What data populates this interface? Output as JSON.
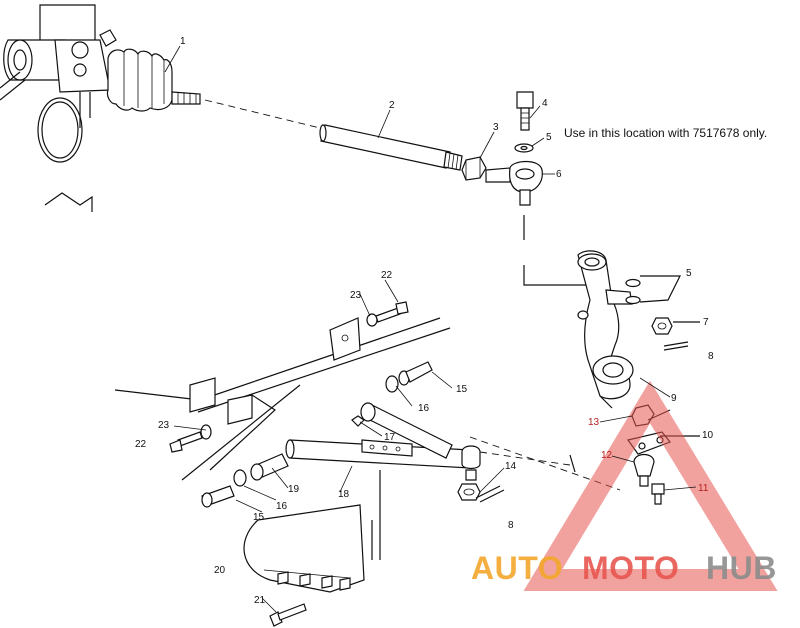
{
  "callouts": {
    "c1": "1",
    "c2": "2",
    "c3": "3",
    "c4": "4",
    "c5a": "5",
    "c6": "6",
    "c5b": "5",
    "c7": "7",
    "c8a": "8",
    "c9": "9",
    "c10": "10",
    "c13": "13",
    "c12": "12",
    "c11": "11",
    "c14": "14",
    "c8b": "8",
    "c22a": "22",
    "c23a": "23",
    "c15a": "15",
    "c16a": "16",
    "c17": "17",
    "c23b": "23",
    "c22b": "22",
    "c19": "19",
    "c18": "18",
    "c16b": "16",
    "c15b": "15",
    "c20": "20",
    "c21": "21"
  },
  "note": "Use in this location with 7517678 only.",
  "watermark": {
    "part1": "AUTO",
    "part2": "MOTO",
    "part3": "HUB",
    "color_orange": "#f3a72c",
    "color_red": "#e8564f",
    "color_gray": "#8c8c8c"
  }
}
